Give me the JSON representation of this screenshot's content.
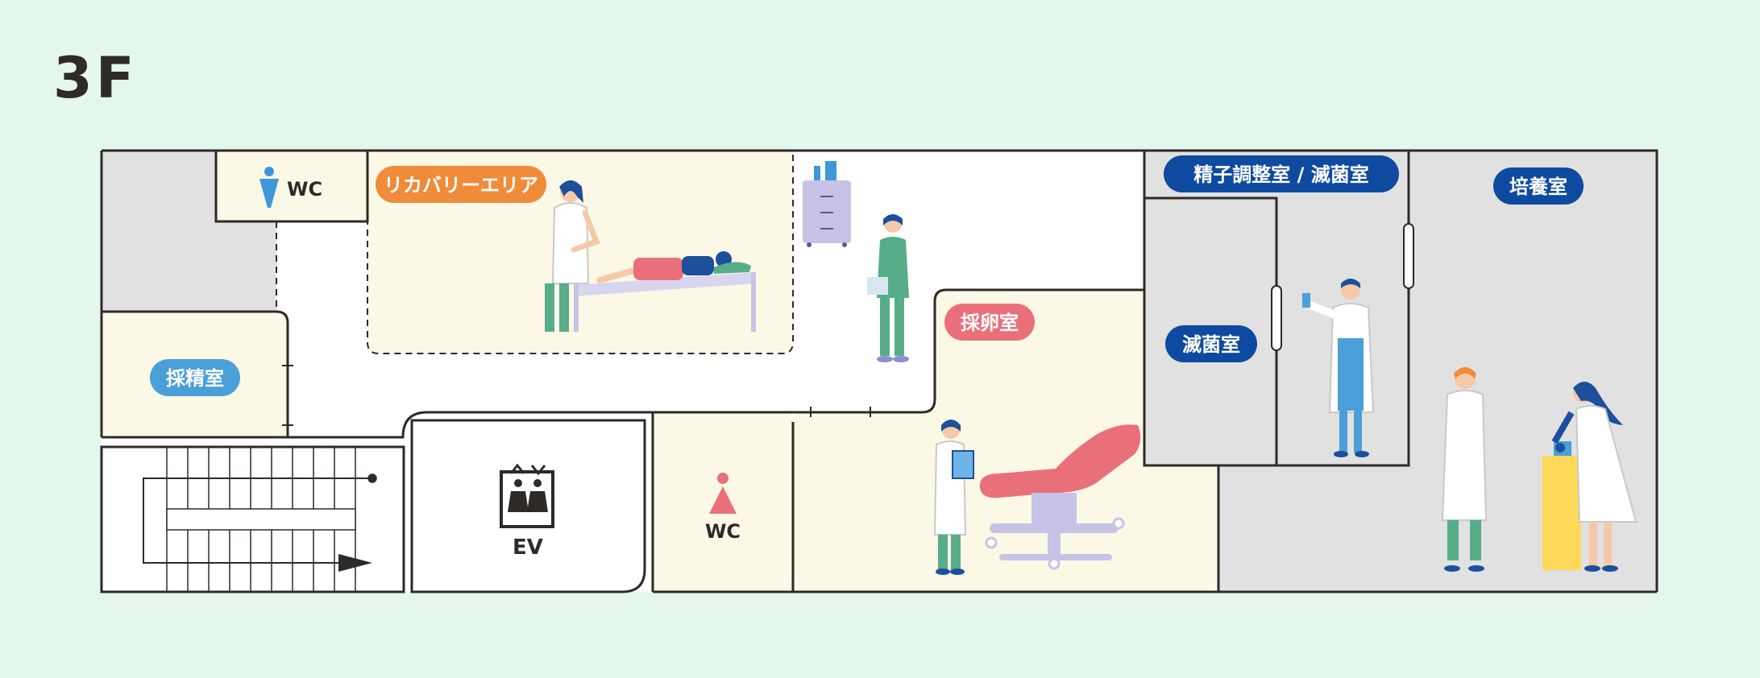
{
  "floor": {
    "label": "3F"
  },
  "rooms": {
    "wc_top": {
      "label": "WC"
    },
    "recovery": {
      "label": "リカバリーエリア"
    },
    "semen_collection": {
      "label": "採精室"
    },
    "egg_retrieval": {
      "label": "採卵室"
    },
    "sperm_prep": {
      "label": "精子調整室 / 滅菌室"
    },
    "sterilization": {
      "label": "滅菌室"
    },
    "culture": {
      "label": "培養室"
    },
    "elevator": {
      "label": "EV"
    },
    "wc_bottom": {
      "label": "WC"
    }
  },
  "colors": {
    "background": "#e4f7ec",
    "cream": "#fbf8e6",
    "gray": "#e1e1e2",
    "white": "#ffffff",
    "wall": "#2e2a27",
    "orange": "#f08b3a",
    "pink": "#e9707a",
    "light_blue": "#4a9fd8",
    "navy": "#0e4aa0",
    "male": "#3e97d8",
    "female": "#e9707a",
    "scrub_green": "#57ad8a",
    "yellow": "#ffd95a"
  },
  "icons": [
    "male-icon",
    "female-icon",
    "elevator-icon",
    "stairs-icon"
  ]
}
